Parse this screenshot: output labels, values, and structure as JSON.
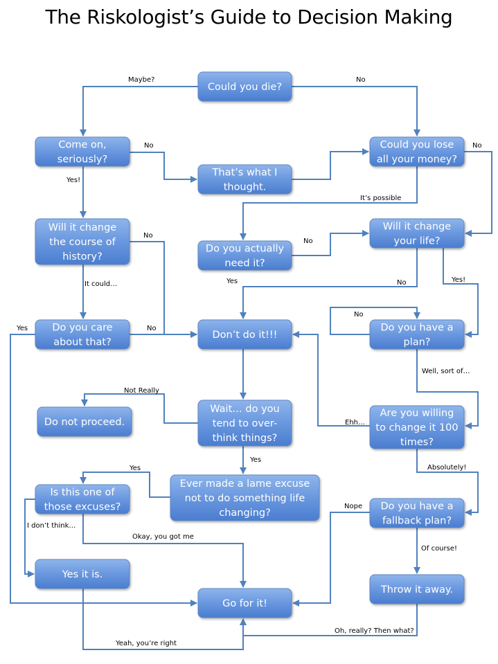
{
  "title": "The Riskologist’s Guide to Decision Making",
  "colors": {
    "node_top": "#8eb4ea",
    "node_bottom": "#4a7dcf",
    "node_border": "#5f86c0",
    "edge": "#4f81bd"
  },
  "nodes": [
    {
      "id": "die",
      "lines": [
        "Could you die?"
      ]
    },
    {
      "id": "seriously",
      "lines": [
        "Come on,",
        "seriously?"
      ]
    },
    {
      "id": "thought",
      "lines": [
        "That’s what I",
        "thought."
      ]
    },
    {
      "id": "money",
      "lines": [
        "Could you lose",
        "all your money?"
      ]
    },
    {
      "id": "history",
      "lines": [
        "Will it change",
        "the course of",
        "history?"
      ]
    },
    {
      "id": "need",
      "lines": [
        "Do you actually",
        "need it?"
      ]
    },
    {
      "id": "life",
      "lines": [
        "Will it change",
        "your life?"
      ]
    },
    {
      "id": "care",
      "lines": [
        "Do you care",
        "about that?"
      ]
    },
    {
      "id": "dont",
      "lines": [
        "Don’t do it!!!"
      ]
    },
    {
      "id": "plan",
      "lines": [
        "Do you have a",
        "plan?"
      ]
    },
    {
      "id": "proceed",
      "lines": [
        "Do not proceed."
      ]
    },
    {
      "id": "overthink",
      "lines": [
        "Wait… do you",
        "tend to over-",
        "think things?"
      ]
    },
    {
      "id": "willing",
      "lines": [
        "Are you willing",
        "to change it 100",
        "times?"
      ]
    },
    {
      "id": "excuse",
      "lines": [
        "Ever made a lame excuse",
        "not to do something life",
        "changing?"
      ]
    },
    {
      "id": "oneofthose",
      "lines": [
        "Is this one of",
        "those excuses?"
      ]
    },
    {
      "id": "fallback",
      "lines": [
        "Do you have a",
        "fallback plan?"
      ]
    },
    {
      "id": "yesitis",
      "lines": [
        "Yes it is."
      ]
    },
    {
      "id": "goforit",
      "lines": [
        "Go for it!"
      ]
    },
    {
      "id": "throw",
      "lines": [
        "Throw it away."
      ]
    }
  ],
  "edge_labels": [
    {
      "id": "maybe",
      "text": "Maybe?"
    },
    {
      "id": "no_die",
      "text": "No"
    },
    {
      "id": "no_seriously",
      "text": "No"
    },
    {
      "id": "no_money",
      "text": "No"
    },
    {
      "id": "yes_seriously",
      "text": "Yes!"
    },
    {
      "id": "possible",
      "text": "It’s possible"
    },
    {
      "id": "no_history",
      "text": "No"
    },
    {
      "id": "no_need",
      "text": "No"
    },
    {
      "id": "yes_need",
      "text": "Yes"
    },
    {
      "id": "no_life",
      "text": "No"
    },
    {
      "id": "yes_life",
      "text": "Yes!"
    },
    {
      "id": "itcould",
      "text": "It could…"
    },
    {
      "id": "yes_care",
      "text": "Yes"
    },
    {
      "id": "no_care",
      "text": "No"
    },
    {
      "id": "no_plan",
      "text": "No"
    },
    {
      "id": "sortof",
      "text": "Well, sort of…"
    },
    {
      "id": "notreally",
      "text": "Not Really"
    },
    {
      "id": "ehh",
      "text": "Ehh…"
    },
    {
      "id": "yes_overthink",
      "text": "Yes"
    },
    {
      "id": "absolutely",
      "text": "Absolutely!"
    },
    {
      "id": "yes_excuse",
      "text": "Yes"
    },
    {
      "id": "nope",
      "text": "Nope"
    },
    {
      "id": "idontthink",
      "text": "I don’t think…"
    },
    {
      "id": "gotme",
      "text": "Okay, you got me"
    },
    {
      "id": "ofcourse",
      "text": "Of course!"
    },
    {
      "id": "yeahright",
      "text": "Yeah, you’re right"
    },
    {
      "id": "reallywhat",
      "text": "Oh, really? Then what?"
    }
  ]
}
